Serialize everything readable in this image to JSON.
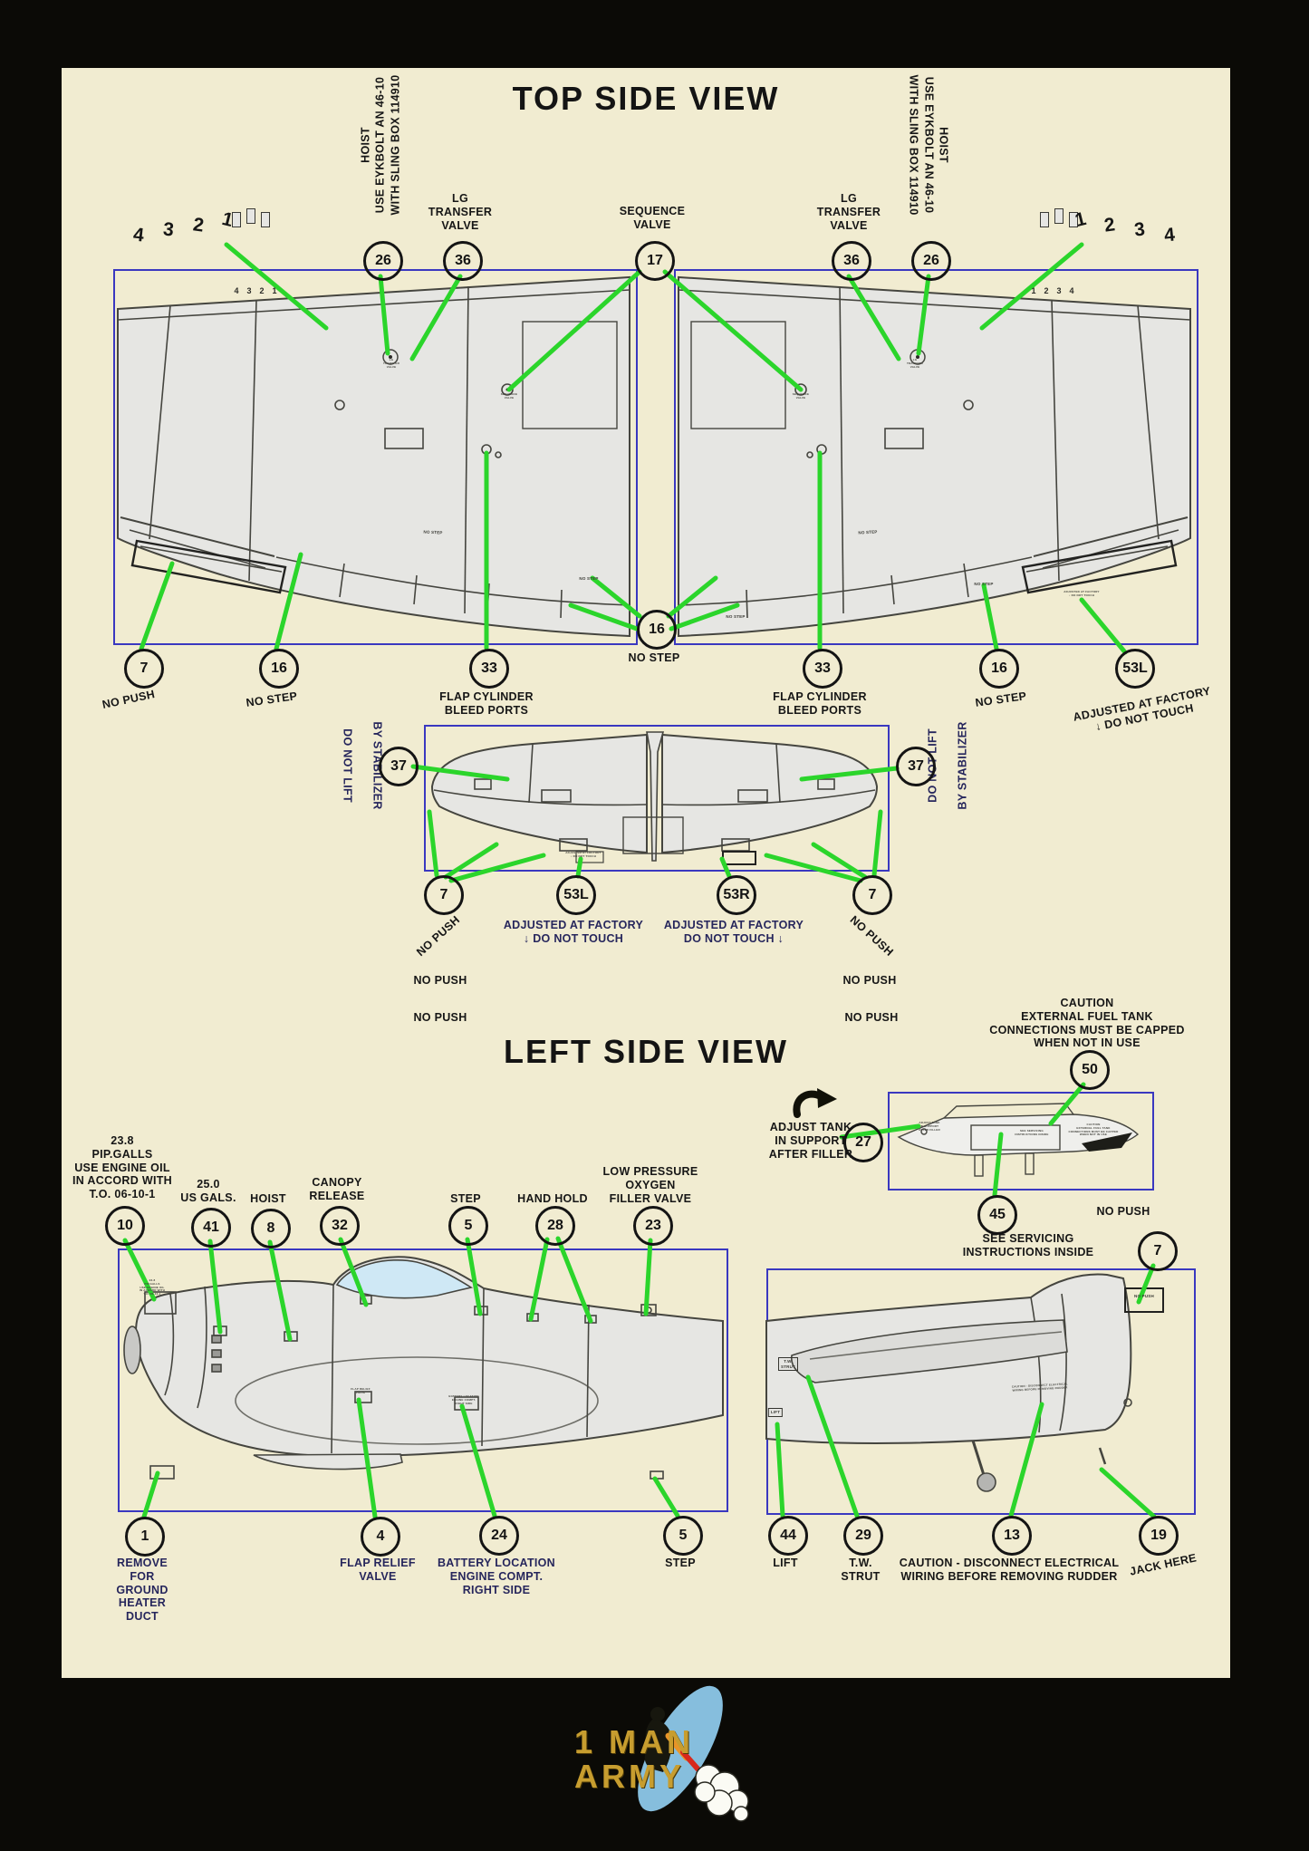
{
  "colors": {
    "background": "#0b0a06",
    "panel": "#f1ecd1",
    "box_border": "#3a38c0",
    "leader_green": "#2bd52b",
    "drawing_fill": "#e6e6e3",
    "navy_text": "#26265c",
    "ink": "#161616",
    "logo_gold": "#c79d2f",
    "logo_blue": "#86bedd"
  },
  "titles": {
    "top_view": "TOP SIDE VIEW",
    "left_view": "LEFT SIDE VIEW"
  },
  "notes": {
    "hoist": "HOIST\nUSE EYKBOLT AN 46-10\nWITH SLING BOX 114910",
    "stab_lift_1": "DO NOT LIFT",
    "stab_lift_2": "BY STABILIZER"
  },
  "top_view": {
    "wing_numbers_left": [
      "4",
      "3",
      "2",
      "1"
    ],
    "wing_numbers_right": [
      "1",
      "2",
      "3",
      "4"
    ],
    "upper_callouts": [
      {
        "num": "26",
        "label": ""
      },
      {
        "num": "36",
        "label": "LG\nTRANSFER\nVALVE"
      },
      {
        "num": "17",
        "label": "SEQUENCE\nVALVE"
      },
      {
        "num": "36",
        "label": "LG\nTRANSFER\nVALVE"
      },
      {
        "num": "26",
        "label": ""
      }
    ],
    "lower_callouts": [
      {
        "num": "7",
        "label": "NO PUSH"
      },
      {
        "num": "16",
        "label": "NO STEP"
      },
      {
        "num": "33",
        "label": "FLAP CYLINDER\nBLEED PORTS"
      },
      {
        "num": "16",
        "label": "NO STEP"
      },
      {
        "num": "33",
        "label": "FLAP CYLINDER\nBLEED PORTS"
      },
      {
        "num": "16",
        "label": "NO STEP"
      },
      {
        "num": "53L",
        "label": "ADJUSTED AT FACTORY\n↓ DO NOT TOUCH"
      }
    ],
    "micro_no_step": "NO STEP"
  },
  "stabilizer": {
    "upper_callouts": [
      {
        "num": "37"
      },
      {
        "num": "37"
      }
    ],
    "lower_callouts": [
      {
        "num": "7",
        "label": "NO PUSH"
      },
      {
        "num": "53L",
        "label": "ADJUSTED AT FACTORY\n↓ DO NOT TOUCH"
      },
      {
        "num": "53R",
        "label": "ADJUSTED AT FACTORY\nDO NOT TOUCH ↓"
      },
      {
        "num": "7",
        "label": "NO PUSH"
      }
    ],
    "no_push": "NO PUSH"
  },
  "left_view": {
    "upper_callouts": [
      {
        "num": "10",
        "label": "23.8\nPIP.GALLS\nUSE ENGINE OIL\nIN ACCORD WITH\nT.O. 06-10-1"
      },
      {
        "num": "41",
        "label": "25.0\nUS GALS."
      },
      {
        "num": "8",
        "label": "HOIST"
      },
      {
        "num": "32",
        "label": "CANOPY\nRELEASE"
      },
      {
        "num": "5",
        "label": "STEP"
      },
      {
        "num": "28",
        "label": "HAND HOLD"
      },
      {
        "num": "23",
        "label": "LOW PRESSURE\nOXYGEN\nFILLER VALVE"
      }
    ],
    "lower_callouts": [
      {
        "num": "1",
        "label": "REMOVE\nFOR\nGROUND\nHEATER\nDUCT"
      },
      {
        "num": "4",
        "label": "FLAP RELIEF\nVALVE"
      },
      {
        "num": "24",
        "label": "BATTERY LOCATION\nENGINE COMPT.\nRIGHT SIDE"
      },
      {
        "num": "5",
        "label": "STEP"
      },
      {
        "num": "44",
        "label": "LIFT"
      },
      {
        "num": "29",
        "label": "T.W.\nSTRUT"
      },
      {
        "num": "13",
        "label": "CAUTION - DISCONNECT ELECTRICAL\nWIRING BEFORE REMOVING RUDDER"
      },
      {
        "num": "19",
        "label": "JACK HERE"
      }
    ],
    "tank": {
      "caution": "CAUTION\nEXTERNAL FUEL TANK\nCONNECTIONS MUST BE CAPPED\nWHEN NOT IN USE",
      "caution_num": "50",
      "adjust": "ADJUST TANK\nIN SUPPORT\nAFTER FILLER",
      "adjust_num": "27",
      "bottom_num": "45",
      "servicing": "SEE SERVICING\nINSTRUCTIONS INSIDE",
      "no_push": "NO PUSH",
      "no_push_num": "7"
    }
  },
  "logo": {
    "line1": "1 MAN",
    "line2": "ARMY"
  }
}
